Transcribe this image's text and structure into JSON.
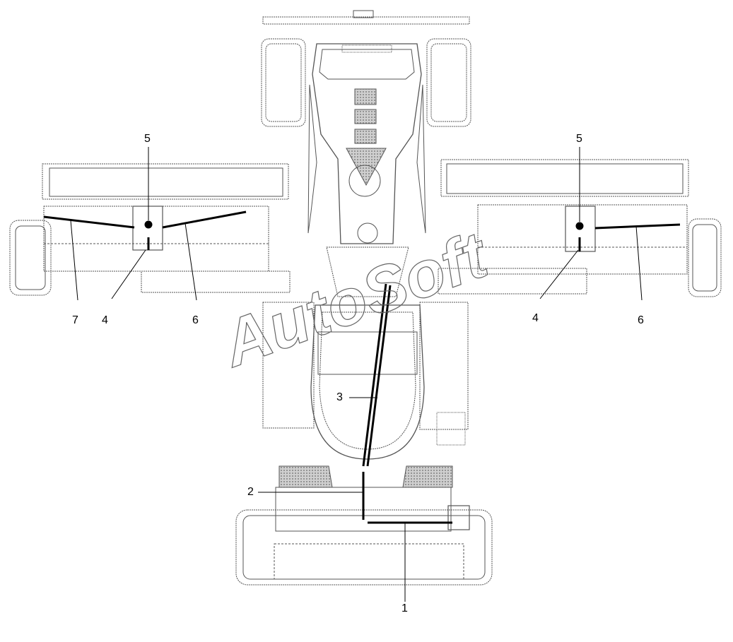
{
  "diagram": {
    "callouts": [
      {
        "id": "c1",
        "label": "1"
      },
      {
        "id": "c2",
        "label": "2"
      },
      {
        "id": "c3",
        "label": "3"
      },
      {
        "id": "c4a",
        "label": "4"
      },
      {
        "id": "c4b",
        "label": "4"
      },
      {
        "id": "c5a",
        "label": "5"
      },
      {
        "id": "c5b",
        "label": "5"
      },
      {
        "id": "c6a",
        "label": "6"
      },
      {
        "id": "c6b",
        "label": "6"
      },
      {
        "id": "c7",
        "label": "7"
      }
    ],
    "watermark": "AutoSoft"
  },
  "colors": {
    "ink": "#000000",
    "outline": "#555555",
    "fill_gray": "#b8b8b8",
    "watermark": "#666666"
  }
}
